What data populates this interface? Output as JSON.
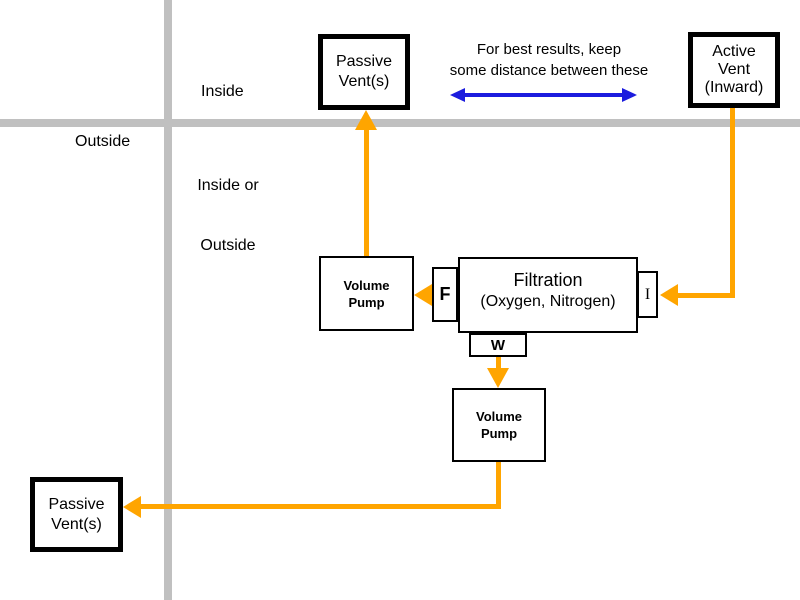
{
  "labels": {
    "inside": "Inside",
    "outside": "Outside",
    "inside_or_outside_line1": "Inside or",
    "inside_or_outside_line2": "Outside"
  },
  "note": {
    "line1": "For best results, keep",
    "line2": "some distance between these"
  },
  "boxes": {
    "passive_vent_top": {
      "line1": "Passive",
      "line2": "Vent(s)"
    },
    "active_vent": {
      "line1": "Active",
      "line2": "Vent",
      "line3": "(Inward)"
    },
    "passive_vent_bottom": {
      "line1": "Passive",
      "line2": "Vent(s)"
    },
    "volume_pump_1": {
      "line1": "Volume",
      "line2": "Pump"
    },
    "volume_pump_2": {
      "line1": "Volume",
      "line2": "Pump"
    },
    "filtration": {
      "title": "Filtration",
      "subtitle": "(Oxygen, Nitrogen)"
    },
    "port_f": "F",
    "port_i": "I",
    "port_w": "W"
  },
  "colors": {
    "flow_arrow": "#FFA500",
    "distance_arrow": "#1C1CDE",
    "wall": "#C0C0C0",
    "box_border": "#000000"
  }
}
